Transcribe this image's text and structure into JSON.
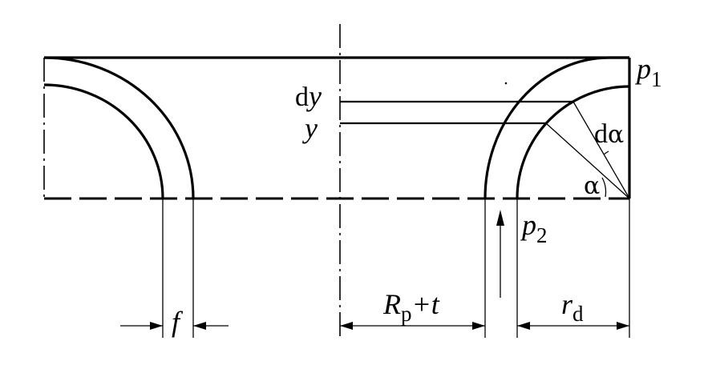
{
  "labels": {
    "p1_base": "p",
    "p1_sub": "1",
    "p2_base": "p",
    "p2_sub": "2",
    "dy_d": "d",
    "dy_y": "y",
    "y": "y",
    "dalpha_d": "d",
    "dalpha_greek": "α",
    "alpha": "α",
    "f": "f",
    "rp_base": "R",
    "rp_sub": "p",
    "rp_rest": "+t",
    "rd_base": "r",
    "rd_sub": "d"
  }
}
